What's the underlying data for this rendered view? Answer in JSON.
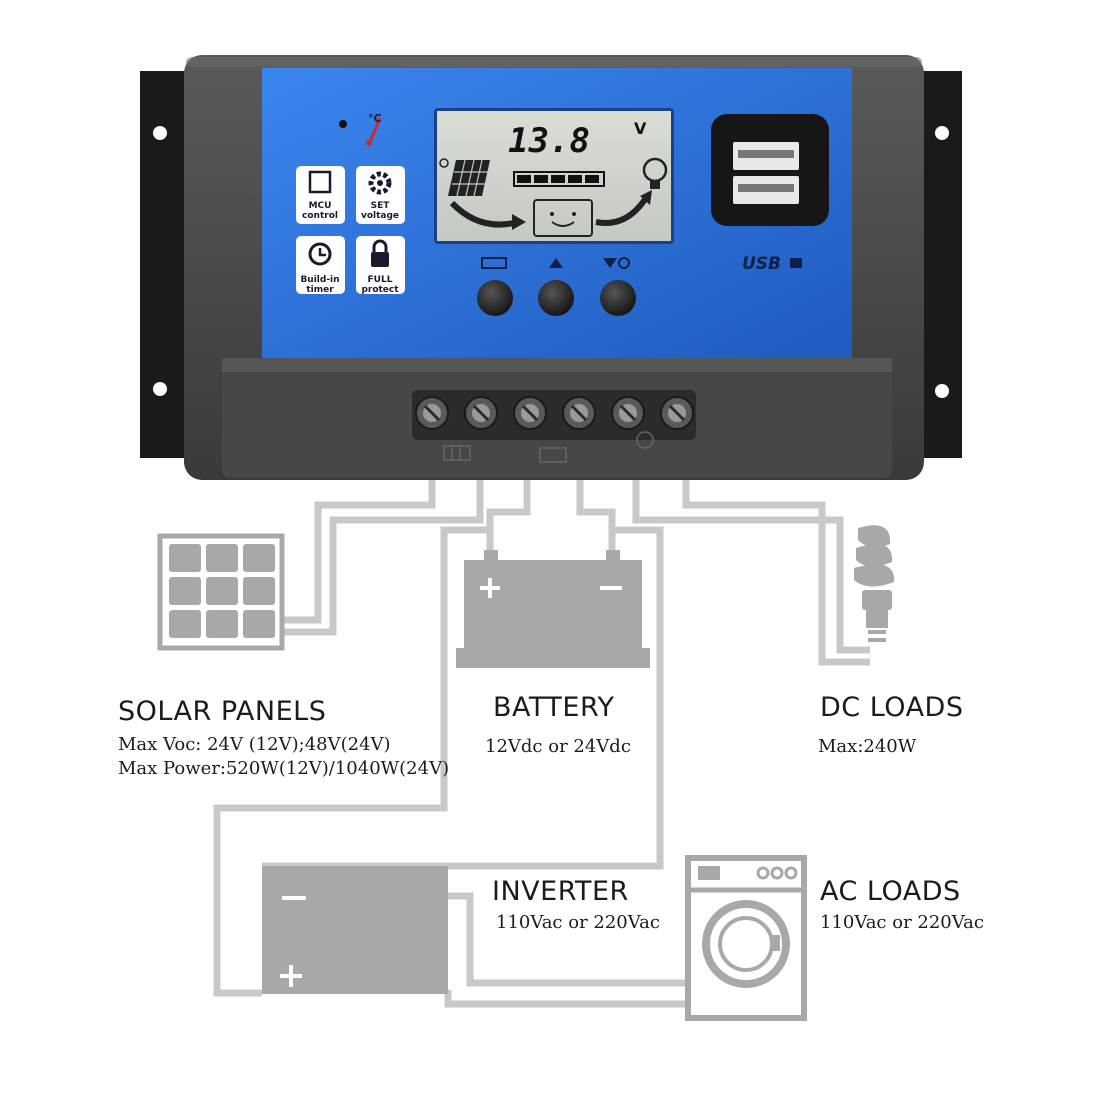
{
  "controller": {
    "lcd_value": "13.8",
    "lcd_unit": "V",
    "temp_unit": "°C",
    "badges": [
      {
        "line1": "MCU",
        "line2": "control",
        "icon": "chip-icon"
      },
      {
        "line1": "SET",
        "line2": "voltage",
        "icon": "gear-icon"
      },
      {
        "line1": "Build-in",
        "line2": "timer",
        "icon": "clock-icon"
      },
      {
        "line1": "FULL",
        "line2": "protect",
        "icon": "lock-icon"
      }
    ],
    "usb_label": "USB",
    "buttons": [
      "menu-button",
      "up-button",
      "down-button"
    ],
    "terminal_count": 6
  },
  "labels": {
    "solar": {
      "title": "SOLAR PANELS",
      "line1": "Max Voc: 24V (12V);48V(24V)",
      "line2": "Max Power:520W(12V)/1040W(24V)"
    },
    "battery": {
      "title": "BATTERY",
      "line1": "12Vdc or 24Vdc"
    },
    "dc_loads": {
      "title": "DC LOADS",
      "line1": "Max:240W"
    },
    "inverter": {
      "title": "INVERTER",
      "line1": "110Vac or 220Vac"
    },
    "ac_loads": {
      "title": "AC LOADS",
      "line1": "110Vac or 220Vac"
    }
  },
  "colors": {
    "panel_blue": "#2a6fd6",
    "housing": "#4a4a4a",
    "wire": "#c8c8c8",
    "component_gray": "#a8a8a8"
  }
}
